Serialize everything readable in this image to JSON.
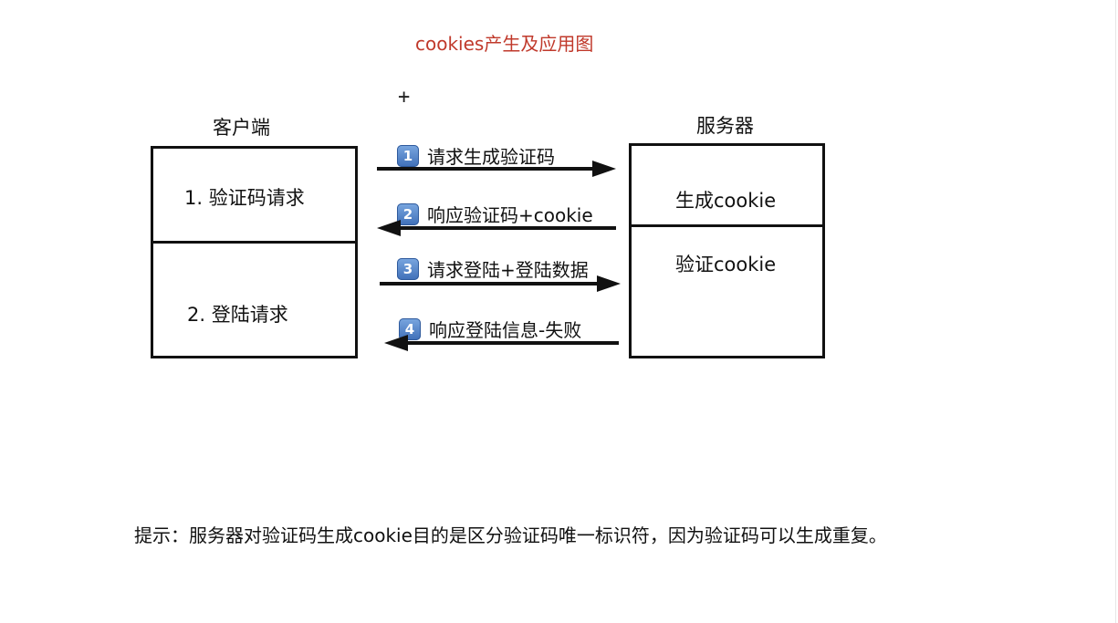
{
  "title": "cookies产生及应用图",
  "client": {
    "label": "客户端",
    "rows": [
      "1. 验证码请求",
      "2. 登陆请求"
    ]
  },
  "server": {
    "label": "服务器",
    "rows": [
      "生成cookie",
      "验证cookie"
    ]
  },
  "steps": [
    {
      "badge": "1",
      "label": "请求生成验证码",
      "direction": "right"
    },
    {
      "badge": "2",
      "label": "响应验证码+cookie",
      "direction": "left"
    },
    {
      "badge": "3",
      "label": "请求登陆+登陆数据",
      "direction": "right"
    },
    {
      "badge": "4",
      "label": "响应登陆信息-失败",
      "direction": "left"
    }
  ],
  "hint": "提示：服务器对验证码生成cookie目的是区分验证码唯一标识符，因为验证码可以生成重复。",
  "colors": {
    "title": "#c0392b",
    "badge": "#4a7cc4",
    "line": "#111111"
  }
}
